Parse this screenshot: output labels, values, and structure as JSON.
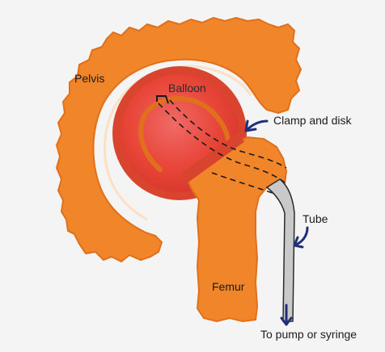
{
  "diagram": {
    "labels": {
      "pelvis": "Pelvis",
      "balloon": "Balloon",
      "clamp": "Clamp and disk",
      "tube": "Tube",
      "femur": "Femur",
      "pump": "To pump or syringe"
    },
    "colors": {
      "background": "#f4f4f4",
      "bone": "#f0852a",
      "bone_dark": "#e0701c",
      "balloon": "#e8473a",
      "balloon_rim": "#d9442e",
      "tube": "#c9c9c9",
      "arrow": "#1f2f7a"
    }
  }
}
